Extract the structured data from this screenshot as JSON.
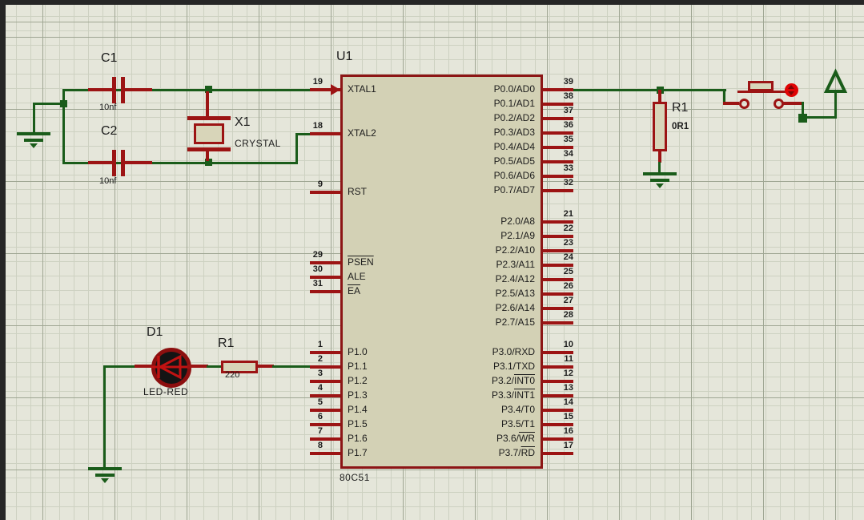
{
  "app": {
    "view": "schematic-canvas"
  },
  "chip": {
    "ref": "U1",
    "part": "80C51",
    "left_pins": [
      {
        "num": "19",
        "label": "XTAL1"
      },
      {
        "num": "18",
        "label": "XTAL2"
      },
      {
        "num": "9",
        "label": "RST"
      },
      {
        "num": "29",
        "label": "",
        "overline": "PSEN"
      },
      {
        "num": "30",
        "label": "ALE"
      },
      {
        "num": "31",
        "label": "",
        "overline": "EA"
      },
      {
        "num": "1",
        "label": "P1.0"
      },
      {
        "num": "2",
        "label": "P1.1"
      },
      {
        "num": "3",
        "label": "P1.2"
      },
      {
        "num": "4",
        "label": "P1.3"
      },
      {
        "num": "5",
        "label": "P1.4"
      },
      {
        "num": "6",
        "label": "P1.5"
      },
      {
        "num": "7",
        "label": "P1.6"
      },
      {
        "num": "8",
        "label": "P1.7"
      }
    ],
    "right_pins": [
      {
        "num": "39",
        "label": "P0.0/AD0"
      },
      {
        "num": "38",
        "label": "P0.1/AD1"
      },
      {
        "num": "37",
        "label": "P0.2/AD2"
      },
      {
        "num": "36",
        "label": "P0.3/AD3"
      },
      {
        "num": "35",
        "label": "P0.4/AD4"
      },
      {
        "num": "34",
        "label": "P0.5/AD5"
      },
      {
        "num": "33",
        "label": "P0.6/AD6"
      },
      {
        "num": "32",
        "label": "P0.7/AD7"
      },
      {
        "num": "21",
        "label": "P2.0/A8"
      },
      {
        "num": "22",
        "label": "P2.1/A9"
      },
      {
        "num": "23",
        "label": "P2.2/A10"
      },
      {
        "num": "24",
        "label": "P2.3/A11"
      },
      {
        "num": "25",
        "label": "P2.4/A12"
      },
      {
        "num": "26",
        "label": "P2.5/A13"
      },
      {
        "num": "27",
        "label": "P2.6/A14"
      },
      {
        "num": "28",
        "label": "P2.7/A15"
      },
      {
        "num": "10",
        "label": "P3.0/RXD"
      },
      {
        "num": "11",
        "label": "P3.1/TXD"
      },
      {
        "num": "12",
        "label": "P3.2/",
        "overline": "INT0"
      },
      {
        "num": "13",
        "label": "P3.3/",
        "overline": "INT1"
      },
      {
        "num": "14",
        "label": "P3.4/T0"
      },
      {
        "num": "15",
        "label": "P3.5/T1"
      },
      {
        "num": "16",
        "label": "P3.6/",
        "overline": "WR"
      },
      {
        "num": "17",
        "label": "P3.7/",
        "overline": "RD"
      }
    ]
  },
  "components": {
    "c1": {
      "ref": "C1",
      "value": "10nf"
    },
    "c2": {
      "ref": "C2",
      "value": "10nf"
    },
    "x1": {
      "ref": "X1",
      "value": "CRYSTAL"
    },
    "d1": {
      "ref": "D1",
      "value": "LED-RED"
    },
    "r_series": {
      "ref": "R1",
      "value": "220"
    },
    "r_shunt": {
      "ref": "R1",
      "value": "0R1"
    }
  },
  "colors": {
    "wire_green": "#1a5c1a",
    "component_red": "#9c1414",
    "chip_border": "#8c1515",
    "chip_fill": "#d3d1b5",
    "background": "#e5e6da",
    "actuator_red": "#df0404",
    "led_body": "#141414"
  }
}
